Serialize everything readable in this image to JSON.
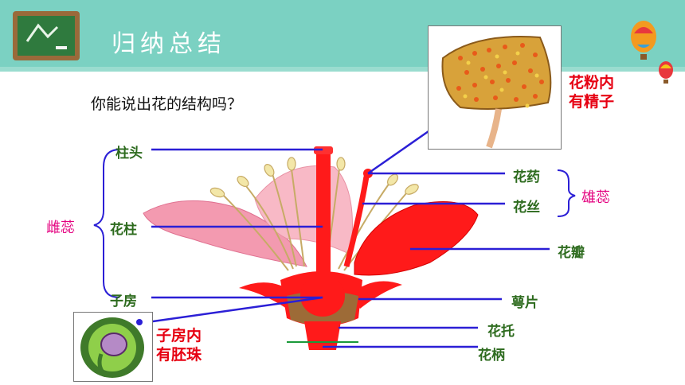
{
  "slide": {
    "title": "归纳总结",
    "question": "你能说出花的结构吗？"
  },
  "labels": {
    "stigma": "柱头",
    "style": "花柱",
    "ovary": "子房",
    "pistil": "雌蕊",
    "anther": "花药",
    "filament": "花丝",
    "stamen": "雄蕊",
    "petal": "花瓣",
    "sepal": "萼片",
    "receptacle": "花托",
    "pedicel": "花柄"
  },
  "notes": {
    "pollen_line1": "花粉内",
    "pollen_line2": "有精子",
    "ovule_line1": "子房内",
    "ovule_line2": "有胚珠"
  },
  "colors": {
    "header": "#7bd1c2",
    "label_green": "#2d6b1e",
    "pink": "#e4007f",
    "red": "#e60012",
    "pointer_blue": "#2b1fd6"
  }
}
